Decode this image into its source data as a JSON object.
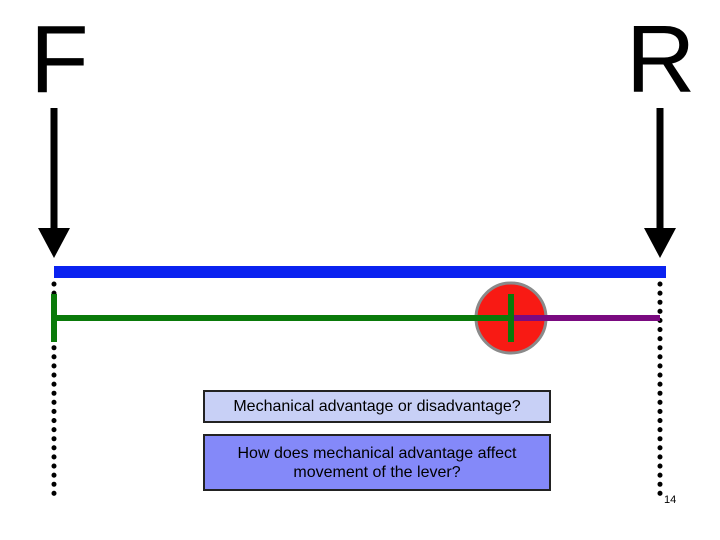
{
  "labels": {
    "force": "F",
    "resistance": "R"
  },
  "questions": [
    "Mechanical advantage or disadvantage?",
    "How does mechanical advantage affect movement of the lever?"
  ],
  "page_number": "14",
  "colors": {
    "lever_bar": "#0a22f0",
    "effort_arm": "#0a7a0a",
    "resistance_arm": "#7a0a80",
    "fulcrum_fill": "#f81a14",
    "fulcrum_outline": "#8a8a8a",
    "question_box_1": "#c8d0f6",
    "question_box_2": "#8489f9"
  }
}
